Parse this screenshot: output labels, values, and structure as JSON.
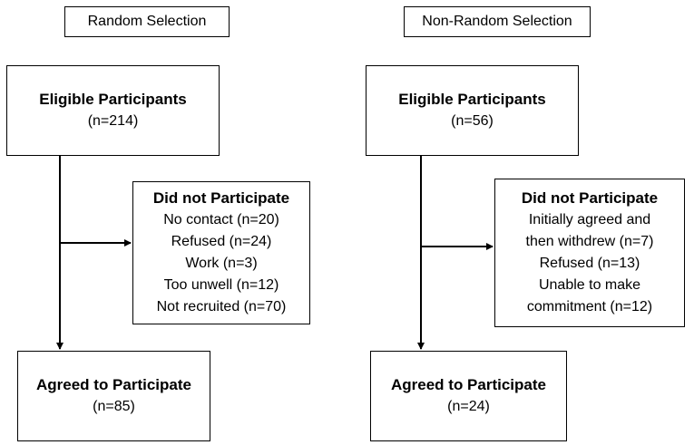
{
  "left": {
    "header": "Random Selection",
    "eligible": {
      "title": "Eligible Participants",
      "value": "(n=214)"
    },
    "excluded": {
      "title": "Did not Participate",
      "lines": [
        "No contact (n=20)",
        "Refused (n=24)",
        "Work (n=3)",
        "Too unwell (n=12)",
        "Not recruited (n=70)"
      ]
    },
    "agreed": {
      "title": "Agreed to Participate",
      "value": "(n=85)"
    }
  },
  "right": {
    "header": "Non-Random Selection",
    "eligible": {
      "title": "Eligible Participants",
      "value": "(n=56)"
    },
    "excluded": {
      "title": "Did not Participate",
      "lines": [
        "Initially agreed and",
        "then withdrew (n=7)",
        "Refused (n=13)",
        "Unable to make",
        "commitment (n=12)"
      ]
    },
    "agreed": {
      "title": "Agreed to Participate",
      "value": "(n=24)"
    }
  }
}
